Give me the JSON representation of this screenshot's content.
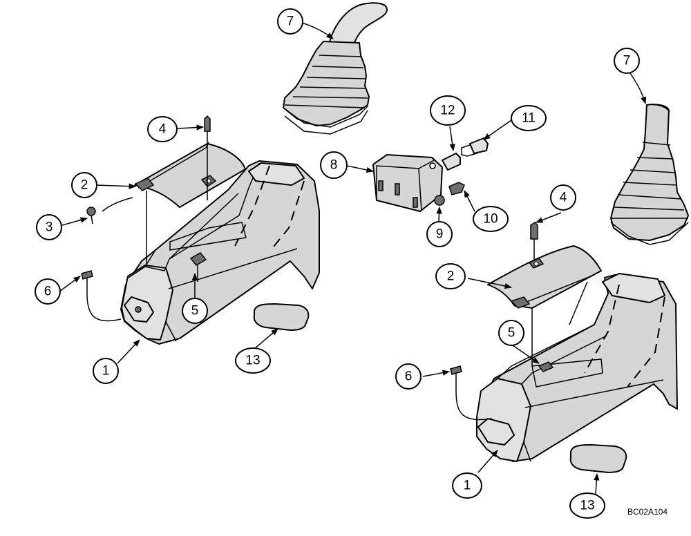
{
  "diagram": {
    "drawing_code": "BC02A104",
    "callouts": [
      "7",
      "7",
      "4",
      "2",
      "3",
      "6",
      "5",
      "1",
      "13",
      "12",
      "11",
      "8",
      "10",
      "9",
      "4",
      "2",
      "5",
      "6",
      "1",
      "13"
    ]
  }
}
